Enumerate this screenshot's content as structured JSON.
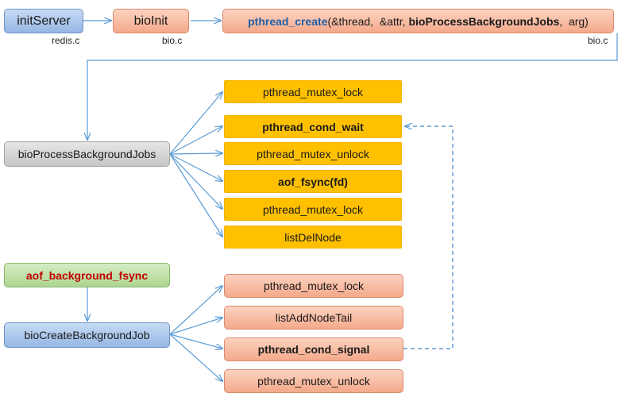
{
  "top": {
    "initServer": "initServer",
    "initServer_file": "redis.c",
    "bioInit": "bioInit",
    "bioInit_file": "bio.c",
    "pthread_create": {
      "fn": "pthread_create",
      "open": "(&thread,  &attr, ",
      "job": "bioProcessBackgroundJobs",
      "close": ",  arg)"
    },
    "pthread_create_file": "bio.c"
  },
  "worker": {
    "name": "bioProcessBackgroundJobs",
    "steps": [
      "pthread_mutex_lock",
      "pthread_cond_wait",
      "pthread_mutex_unlock",
      "aof_fsync(fd)",
      "pthread_mutex_lock",
      "listDelNode"
    ]
  },
  "producer": {
    "caller": "aof_background_fsync",
    "name": "bioCreateBackgroundJob",
    "steps": [
      "pthread_mutex_lock",
      "listAddNodeTail",
      "pthread_cond_signal",
      "pthread_mutex_unlock"
    ]
  },
  "colors": {
    "arrow": "#5b9bd5",
    "yellow": "#ffc000",
    "salmon": "#f4a98a",
    "blue": "#95b7e4",
    "gray": "#c6c6c6",
    "green": "#acd690",
    "red_text": "#c00000",
    "blue_text": "#1f5fa8"
  }
}
